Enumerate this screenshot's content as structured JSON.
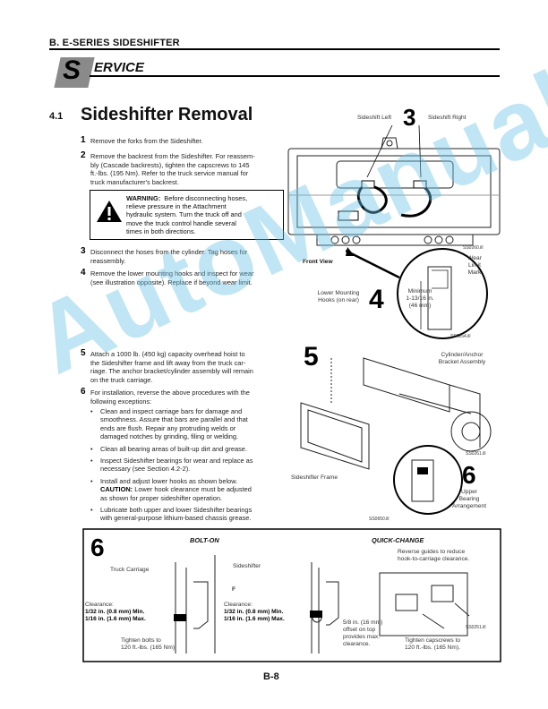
{
  "header": {
    "series": "B. E-SERIES SIDESHIFTER"
  },
  "service": {
    "letter": "S",
    "word": "ERVICE"
  },
  "section": {
    "number": "4.1",
    "title": "Sideshifter Removal"
  },
  "steps": [
    {
      "num": "1",
      "lines": [
        "Remove the forks from the Sideshifter."
      ]
    },
    {
      "num": "2",
      "lines": [
        "Remove the backrest from the Sideshifter.  For reassem-",
        "bly (Cascade backrests), tighten the capscrews to 145",
        "ft.-lbs. (195 Nm).  Refer to the truck service manual for",
        "truck manufacturer's backrest."
      ]
    },
    {
      "num": "3",
      "lines": [
        "Disconnect the hoses from the cylinder.  Tag hoses for",
        "reassembly."
      ]
    },
    {
      "num": "4",
      "lines": [
        "Remove the lower mounting hooks and inspect for wear",
        "(see illustration opposite).  Replace if beyond wear limit."
      ]
    },
    {
      "num": "5",
      "lines": [
        "Attach a 1000 lb. (450 kg) capacity overhead hoist to",
        "the Sideshifter frame and lift away from the truck car-",
        "riage.  The anchor bracket/cylinder assembly will remain",
        "on the truck carriage."
      ]
    },
    {
      "num": "6",
      "lines": [
        "For installation, reverse the above procedures with the",
        "following exceptions:"
      ]
    }
  ],
  "warning": {
    "label": "WARNING:",
    "lines": [
      "Before disconnecting hoses,",
      "relieve pressure in the Attachment",
      "hydraulic system.  Turn the truck off and",
      "move the truck control handle several",
      "times in both directions."
    ]
  },
  "bullets": [
    {
      "lines": [
        "Clean and inspect carriage bars for damage and",
        "smoothness.  Assure that bars are parallel and that",
        "ends are flush.  Repair any protruding welds or",
        "damaged notches by grinding, filing or welding."
      ]
    },
    {
      "lines": [
        "Clean all bearing areas of built-up dirt and grease."
      ]
    },
    {
      "lines": [
        "Inspect Sideshifter bearings for wear and replace as",
        "necessary (see Section 4.2-2)."
      ]
    },
    {
      "lines": [
        "Install and adjust lower hooks as shown below."
      ],
      "caution_label": "CAUTION:",
      "caution_lines": [
        "Lower hook clearance must be adjusted",
        "as shown for proper sideshifter operation."
      ]
    },
    {
      "lines": [
        "Lubricate both upper and lower Sideshifter bearings",
        "with general-purpose lithium-based chassis grease."
      ]
    }
  ],
  "fig3": {
    "num": "3",
    "left_label": "Sideshift Left",
    "right_label": "Sideshift Right",
    "code": "SS0260.ill",
    "front_view": "Front View"
  },
  "fig4": {
    "num": "4",
    "wear_lines": [
      "Wear",
      "Limit",
      "Mark"
    ],
    "min_lines": [
      "Minimum",
      "1-13/16 in.",
      "(46 mm)"
    ],
    "hooks_lines": [
      "Lower Mounting",
      "Hooks (on rear)"
    ],
    "code": "SS0254.ill"
  },
  "fig5": {
    "num": "5",
    "cyl_lines": [
      "Cylinder/Anchor",
      "Bracket Assembly"
    ],
    "frame": "Sideshifter Frame",
    "code1": "SS0261.ill",
    "code2": "SS0650.ill",
    "num6": "6",
    "bearing_lines": [
      "Upper",
      "Bearing",
      "Arrangement"
    ]
  },
  "fig6": {
    "num": "6",
    "bolt_on": "BOLT-ON",
    "quick_change": "QUICK-CHANGE",
    "truck_carriage": "Truck Carriage",
    "sideshifter": "Sideshifter",
    "f": "F",
    "clearance": "Clearance:",
    "min": "1/32 in. (0.8 mm) Min.",
    "max": "1/16 in. (1.6 mm) Max.",
    "tighten_bolts": [
      "Tighten bolts to",
      "120 ft.-lbs. (165 Nm)."
    ],
    "reverse_guides": [
      "Reverse guides to reduce",
      "hook-to-carriage clearance."
    ],
    "offset": [
      "5/8 in. (16 mm)",
      "offset on top",
      "provides max.",
      "clearance."
    ],
    "tighten_capscrews": [
      "Tighten capscrews to",
      "120 ft.-lbs. (165 Nm)."
    ],
    "code": "SS0251.ill"
  },
  "watermark": "AutoManual",
  "page": "B-8"
}
